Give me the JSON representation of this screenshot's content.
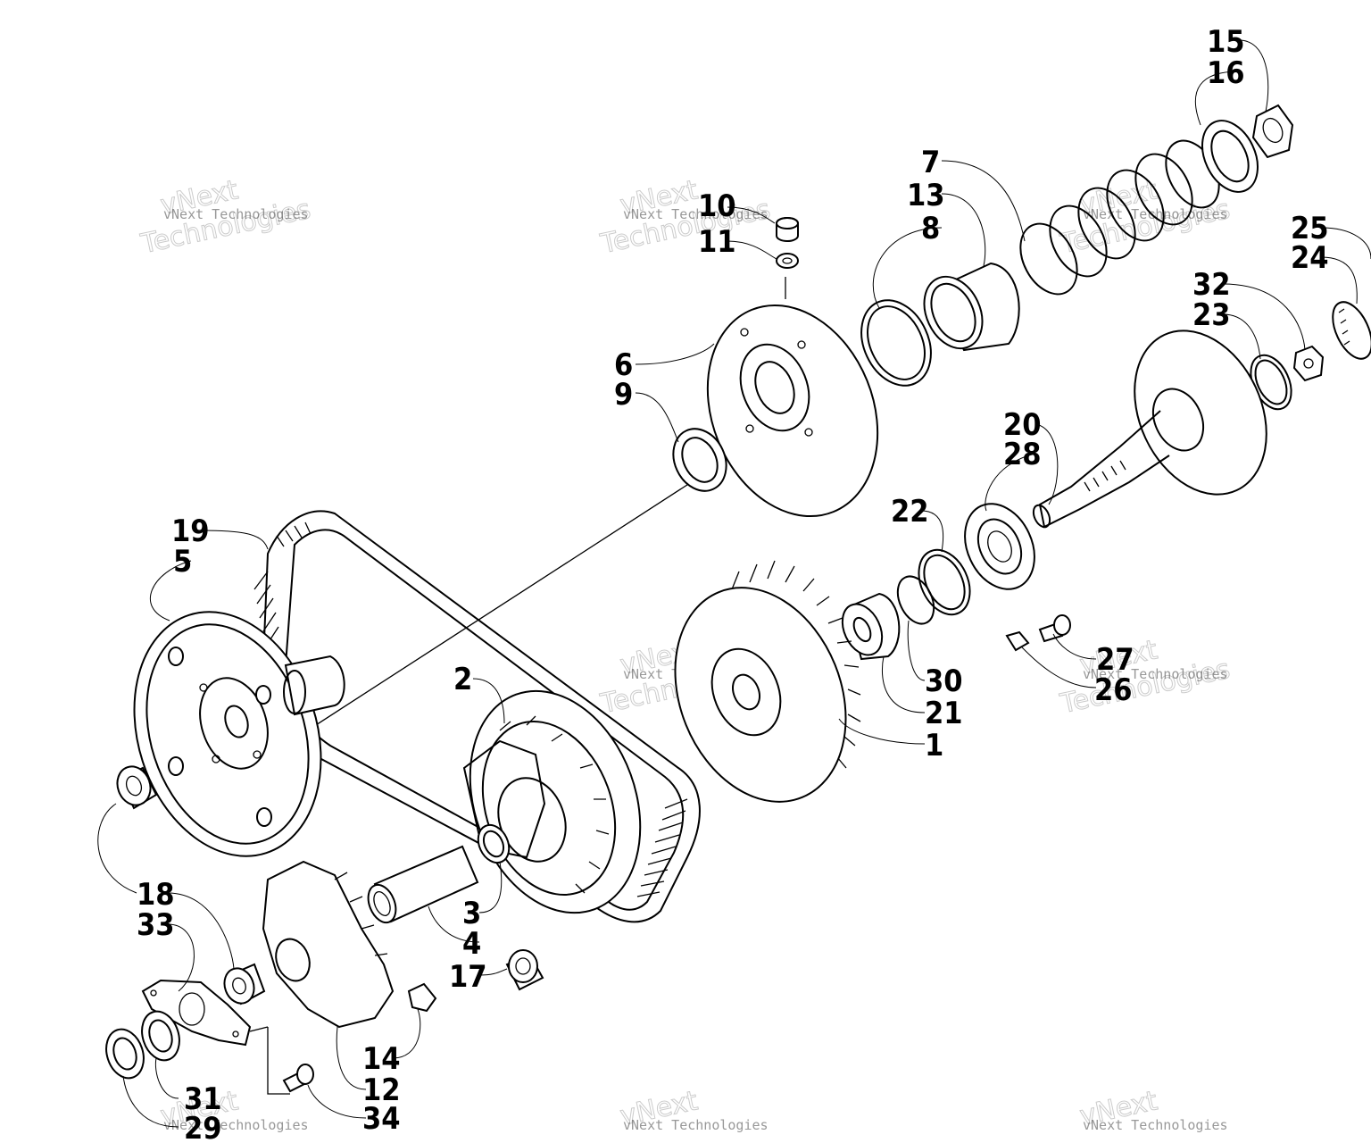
{
  "watermark": {
    "line1": "vNext",
    "line2": "Technologies",
    "full": "vNext Technologies"
  },
  "callouts": [
    {
      "id": "c15",
      "text": "15"
    },
    {
      "id": "c16",
      "text": "16"
    },
    {
      "id": "c7",
      "text": "7"
    },
    {
      "id": "c13",
      "text": "13"
    },
    {
      "id": "c8",
      "text": "8"
    },
    {
      "id": "c10",
      "text": "10"
    },
    {
      "id": "c11",
      "text": "11"
    },
    {
      "id": "c25",
      "text": "25"
    },
    {
      "id": "c24",
      "text": "24"
    },
    {
      "id": "c32",
      "text": "32"
    },
    {
      "id": "c23",
      "text": "23"
    },
    {
      "id": "c6",
      "text": "6"
    },
    {
      "id": "c9",
      "text": "9"
    },
    {
      "id": "c20",
      "text": "20"
    },
    {
      "id": "c28",
      "text": "28"
    },
    {
      "id": "c22",
      "text": "22"
    },
    {
      "id": "c19",
      "text": "19"
    },
    {
      "id": "c5",
      "text": "5"
    },
    {
      "id": "c2",
      "text": "2"
    },
    {
      "id": "c27",
      "text": "27"
    },
    {
      "id": "c26",
      "text": "26"
    },
    {
      "id": "c30",
      "text": "30"
    },
    {
      "id": "c21",
      "text": "21"
    },
    {
      "id": "c1",
      "text": "1"
    },
    {
      "id": "c18",
      "text": "18"
    },
    {
      "id": "c33",
      "text": "33"
    },
    {
      "id": "c3",
      "text": "3"
    },
    {
      "id": "c4",
      "text": "4"
    },
    {
      "id": "c17",
      "text": "17"
    },
    {
      "id": "c14",
      "text": "14"
    },
    {
      "id": "c12",
      "text": "12"
    },
    {
      "id": "c31",
      "text": "31"
    },
    {
      "id": "c29",
      "text": "29"
    },
    {
      "id": "c34",
      "text": "34"
    }
  ]
}
